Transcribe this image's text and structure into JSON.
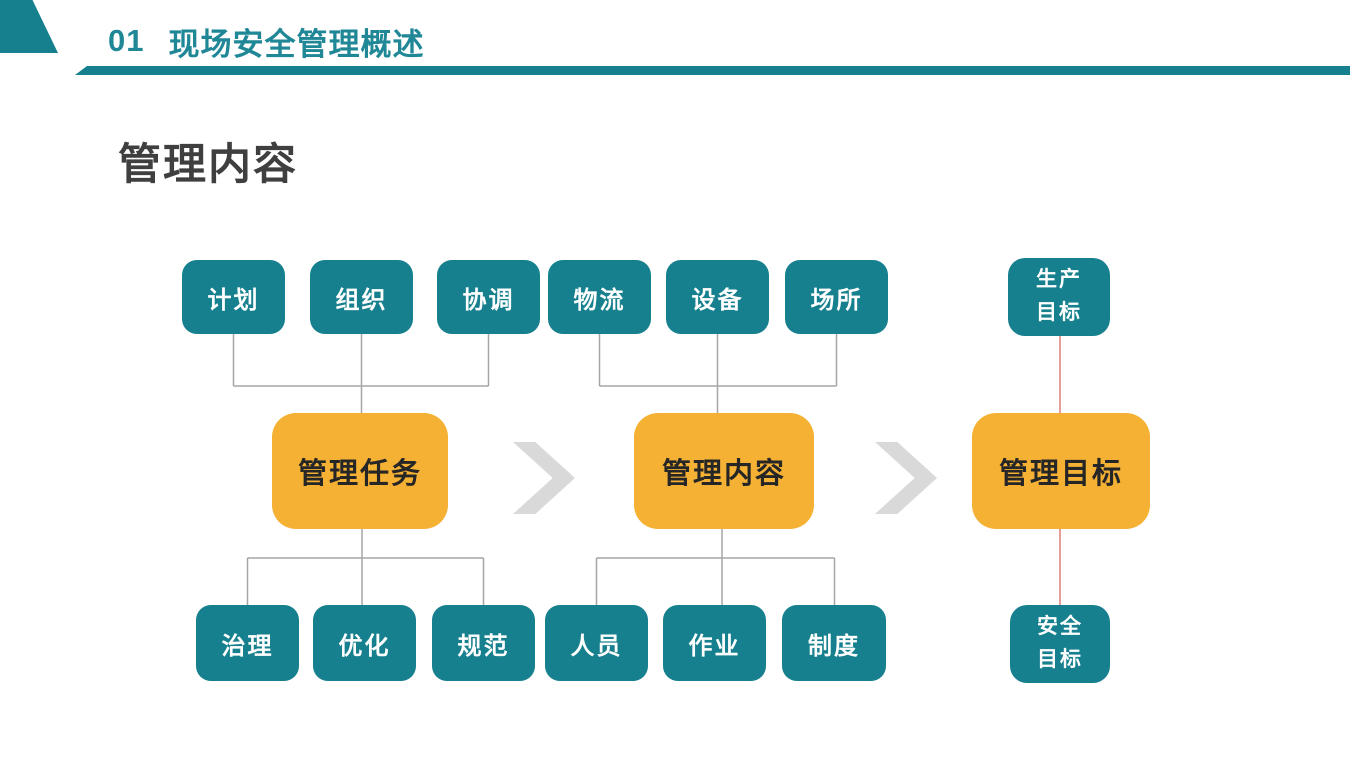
{
  "header": {
    "number": "01",
    "title": "现场安全管理概述"
  },
  "page_title": "管理内容",
  "colors": {
    "teal": "#17808E",
    "orange": "#F5B134",
    "chevron": "#D9D9D9",
    "connector_gray": "#A6A6A6",
    "connector_red": "#DC8076",
    "header_teal": "#1F8796",
    "title_gray": "#3F3F3F",
    "orange_text": "#262626"
  },
  "diagram": {
    "top_boxes": [
      "计划",
      "组织",
      "协调",
      "物流",
      "设备",
      "场所"
    ],
    "production_goal": {
      "lines": [
        "生产",
        "目标"
      ]
    },
    "center_boxes": [
      "管理任务",
      "管理内容",
      "管理目标"
    ],
    "bottom_boxes": [
      "治理",
      "优化",
      "规范",
      "人员",
      "作业",
      "制度"
    ],
    "safety_goal": {
      "lines": [
        "安全",
        "目标"
      ]
    }
  }
}
